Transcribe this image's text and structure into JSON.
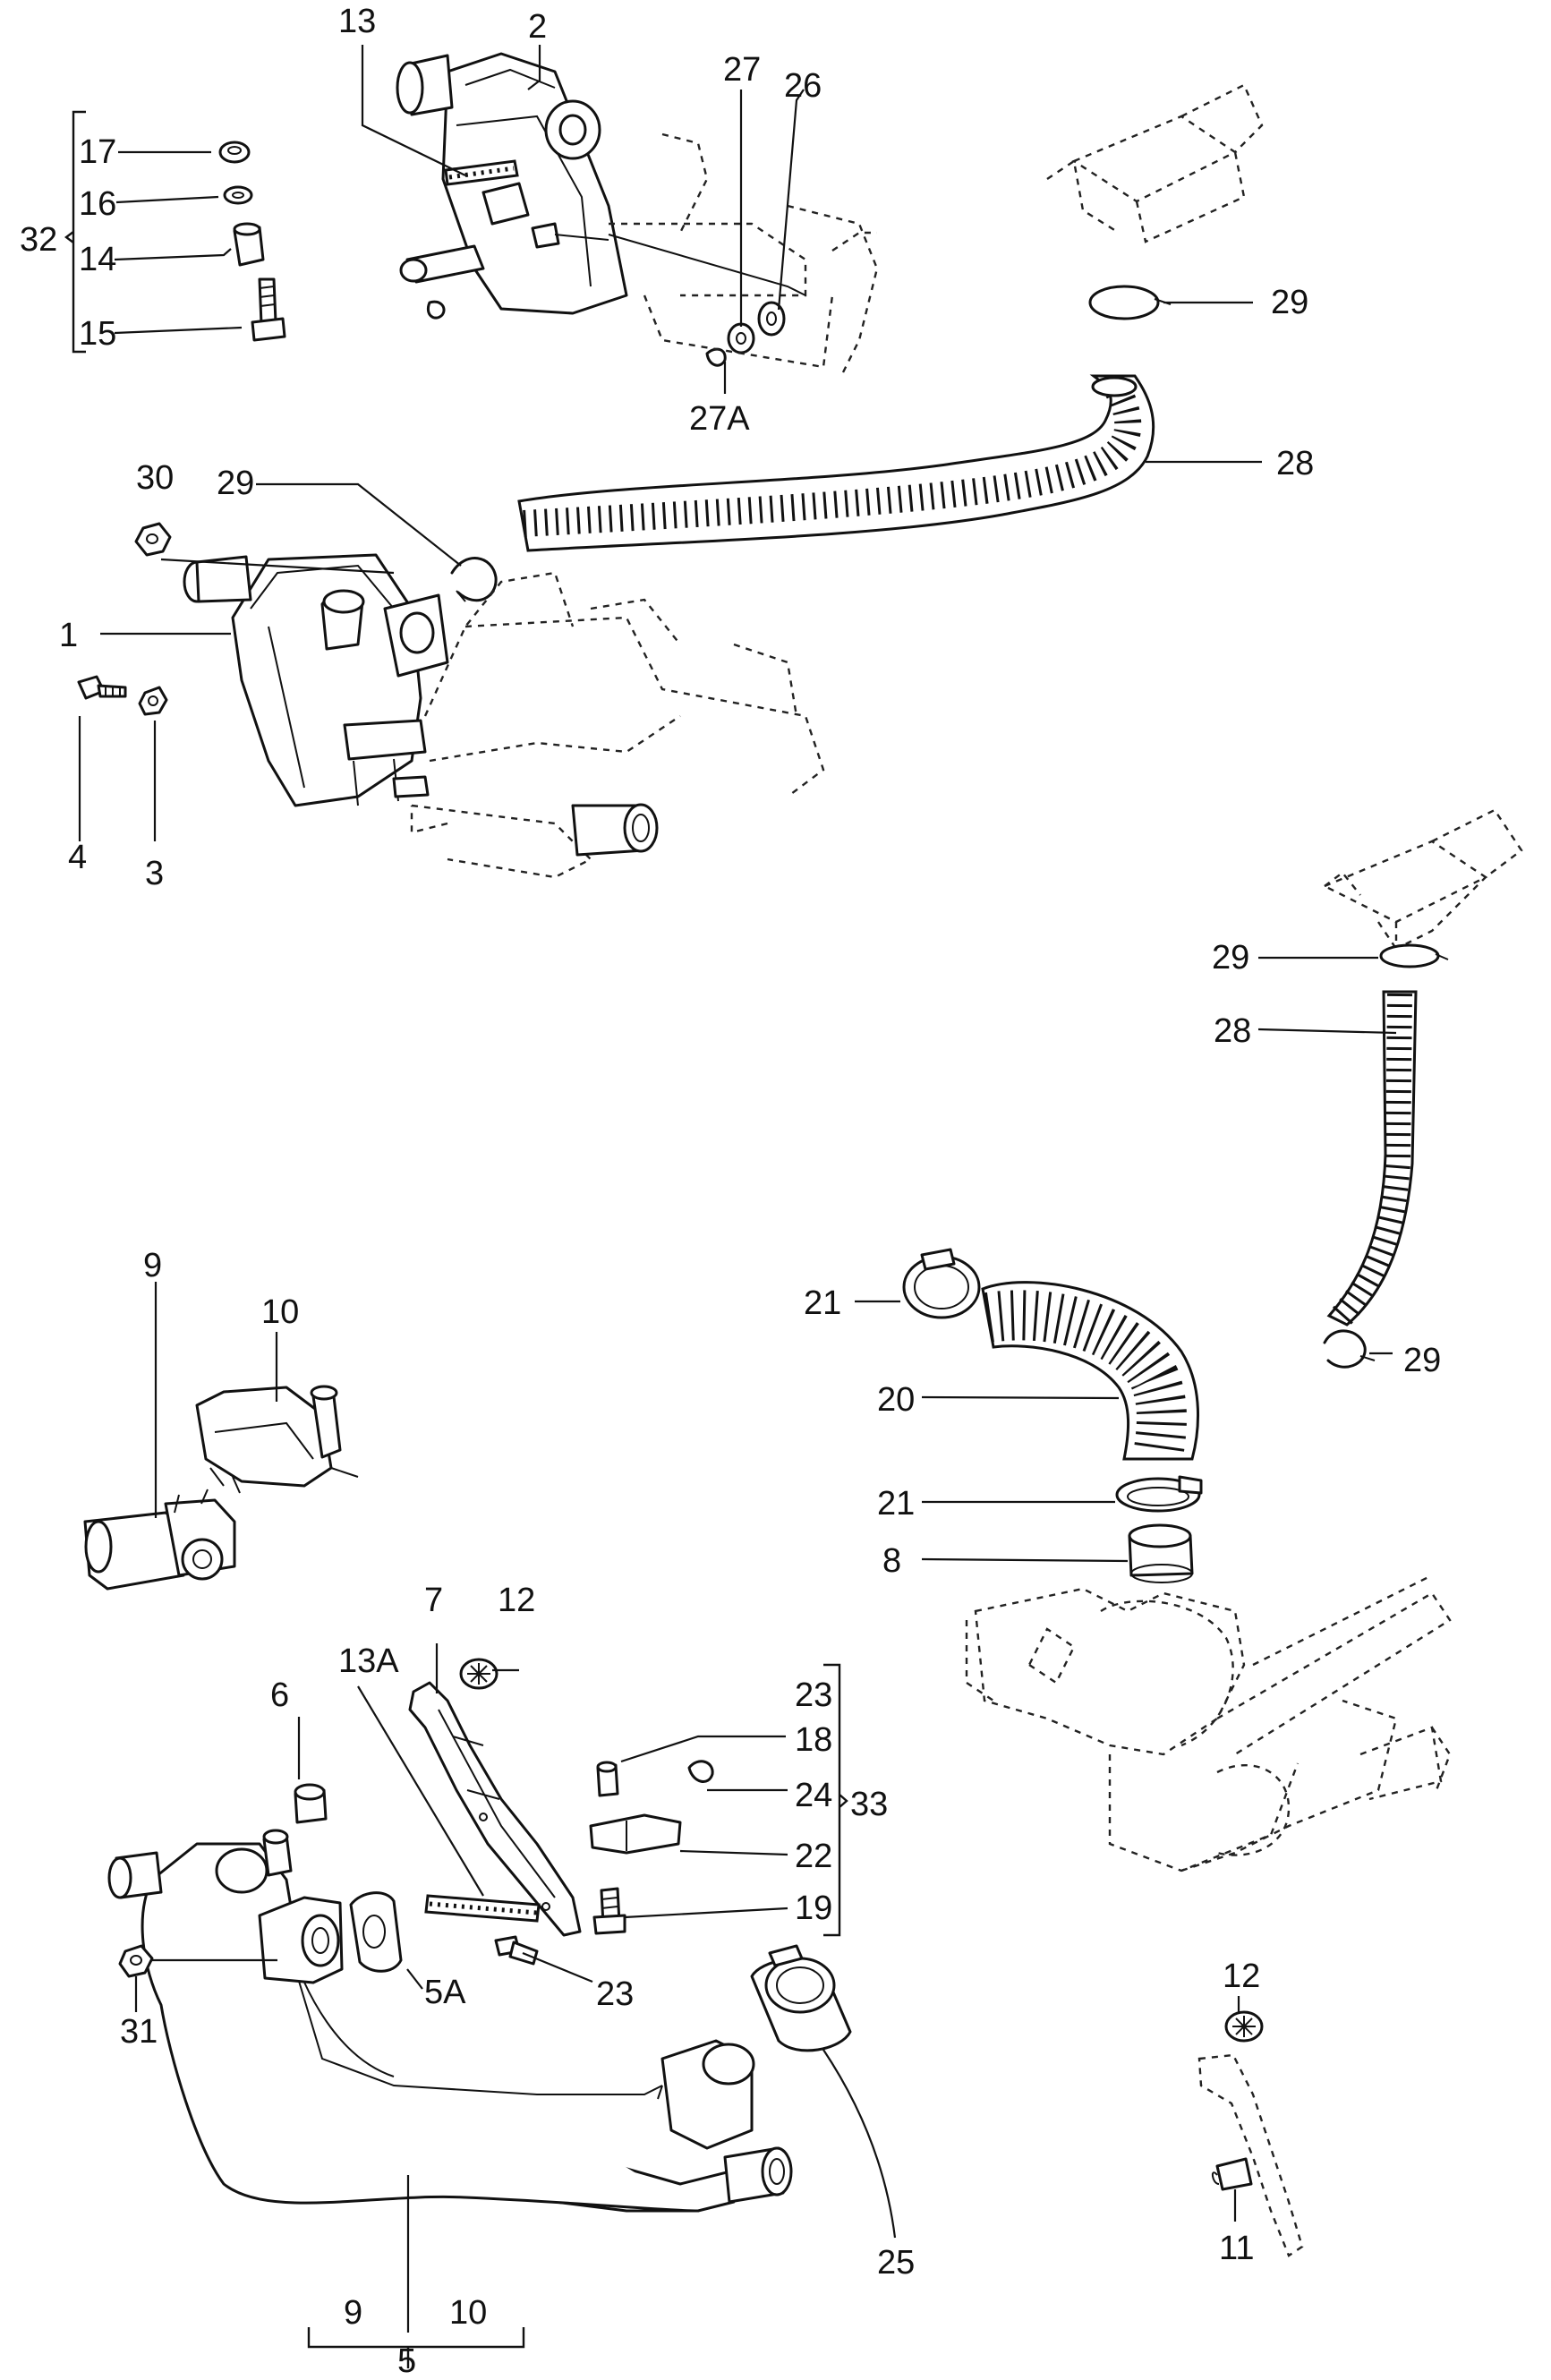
{
  "labels": {
    "l1": "1",
    "l2": "2",
    "l3": "3",
    "l4": "4",
    "l5": "5",
    "l5a": "5A",
    "l6": "6",
    "l7": "7",
    "l8": "8",
    "l9a": "9",
    "l9b": "9",
    "l10a": "10",
    "l10b": "10",
    "l11": "11",
    "l12a": "12",
    "l12b": "12",
    "l13": "13",
    "l13a": "13A",
    "l14": "14",
    "l15": "15",
    "l16": "16",
    "l17": "17",
    "l18": "18",
    "l19": "19",
    "l20": "20",
    "l21a": "21",
    "l21b": "21",
    "l22": "22",
    "l23a": "23",
    "l23b": "23",
    "l24": "24",
    "l25": "25",
    "l26": "26",
    "l27": "27",
    "l27a": "27A",
    "l28a": "28",
    "l28b": "28",
    "l29a": "29",
    "l29b": "29",
    "l29c": "29",
    "l29d": "29",
    "l30": "30",
    "l31": "31",
    "l32": "32",
    "l33": "33"
  }
}
